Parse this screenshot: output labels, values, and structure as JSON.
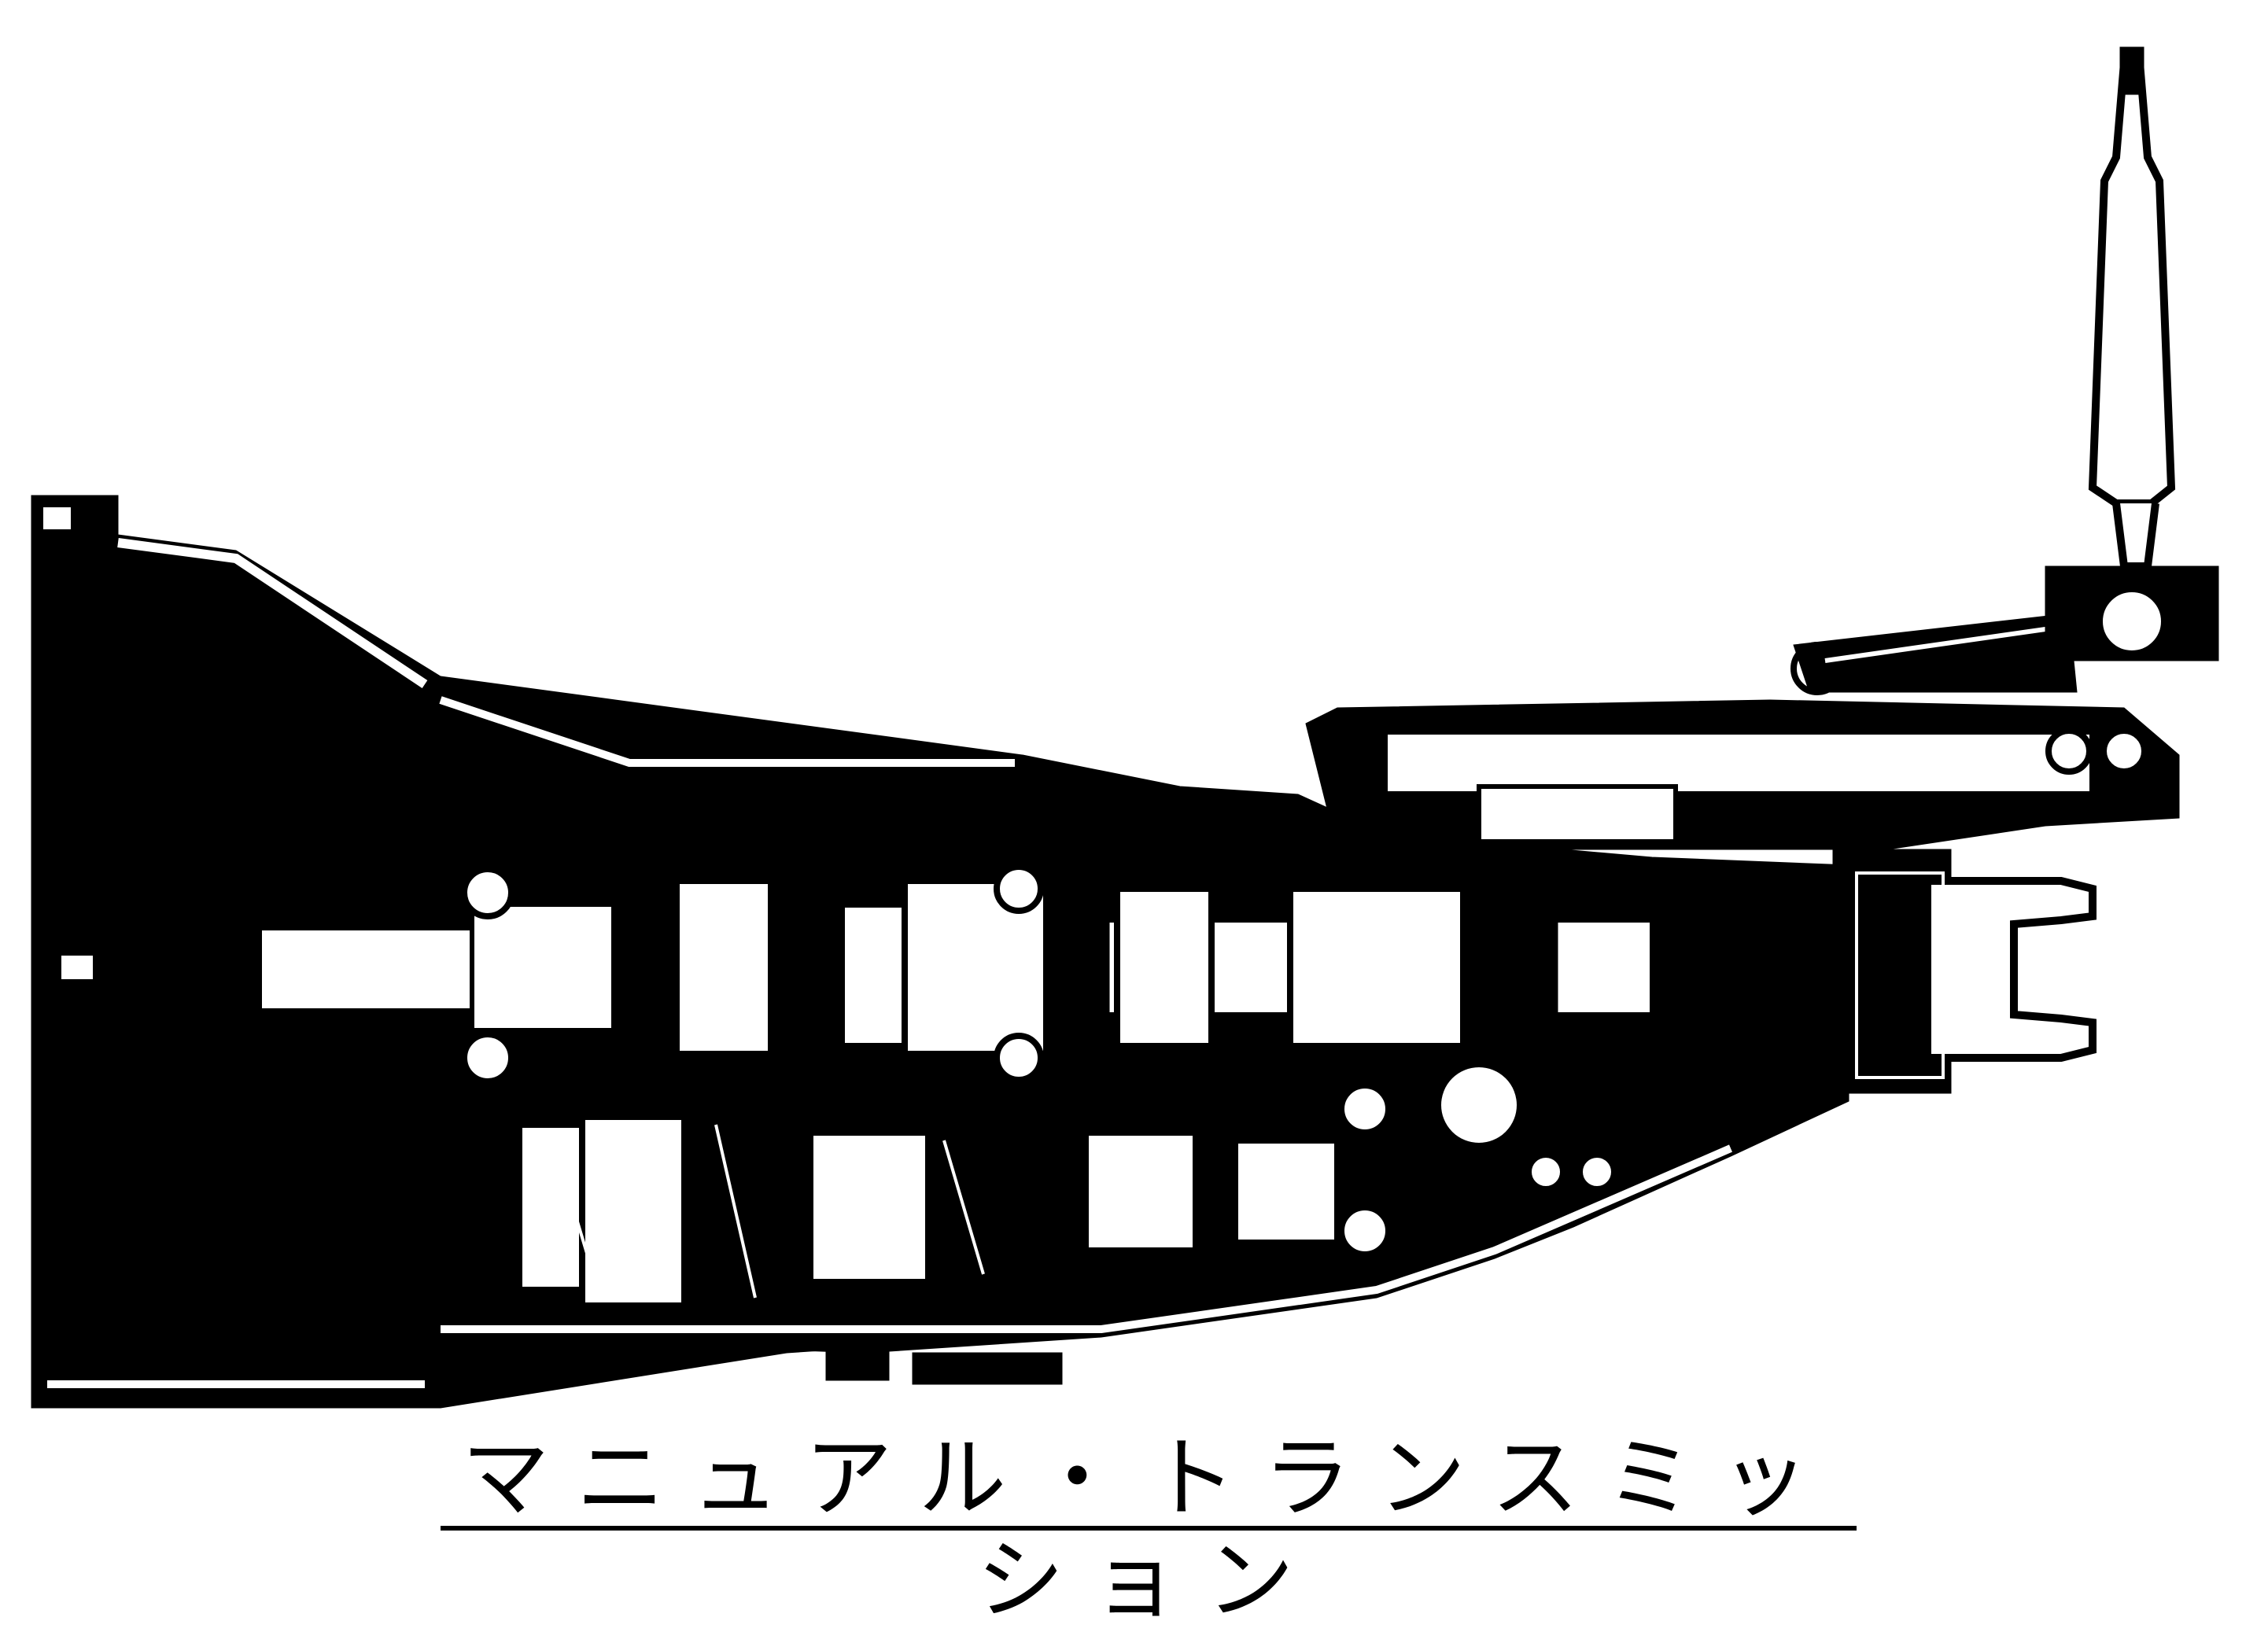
{
  "caption": "マニュアル・トランスミッション",
  "colors": {
    "ink": "#000000",
    "paper": "#ffffff"
  },
  "parts": {
    "bell_housing": "bell-housing",
    "input_shaft": "input-shaft",
    "main_shaft": "main-shaft",
    "countershaft": "countershaft",
    "gears": "gear-set",
    "synchronizers": "synchronizer-hubs",
    "shift_rail": "shift-rail",
    "shift_lever": "shift-lever",
    "output_yoke": "output-yoke",
    "speedometer_drive": "speedometer-drive"
  }
}
